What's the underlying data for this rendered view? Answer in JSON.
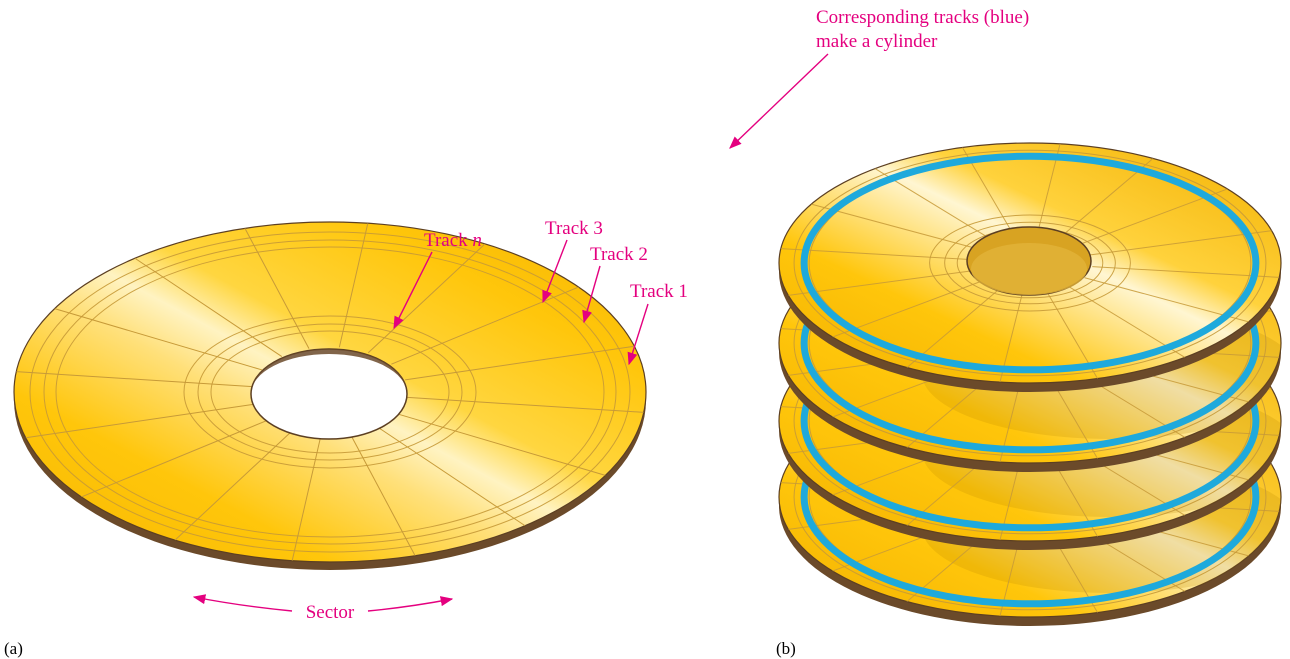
{
  "labels": {
    "track_n_prefix": "Track ",
    "track_n_var": "n",
    "track_3": "Track 3",
    "track_2": "Track 2",
    "track_1": "Track 1",
    "sector": "Sector",
    "cylinder_line1": "Corresponding tracks (blue)",
    "cylinder_line2": "make a cylinder",
    "panel_a": "(a)",
    "panel_b": "(b)"
  },
  "colors": {
    "disk_gold": "#ffc60b",
    "disk_gold_dark": "#e8ad00",
    "disk_edge": "#6b4a2a",
    "highlight": "#fff6cf",
    "guide_lines": "#c79a38",
    "cylinder_track": "#1ea9dc",
    "annotation": "#e4007f",
    "hole": "#ffffff",
    "hole_shadow": "#d8a322"
  }
}
